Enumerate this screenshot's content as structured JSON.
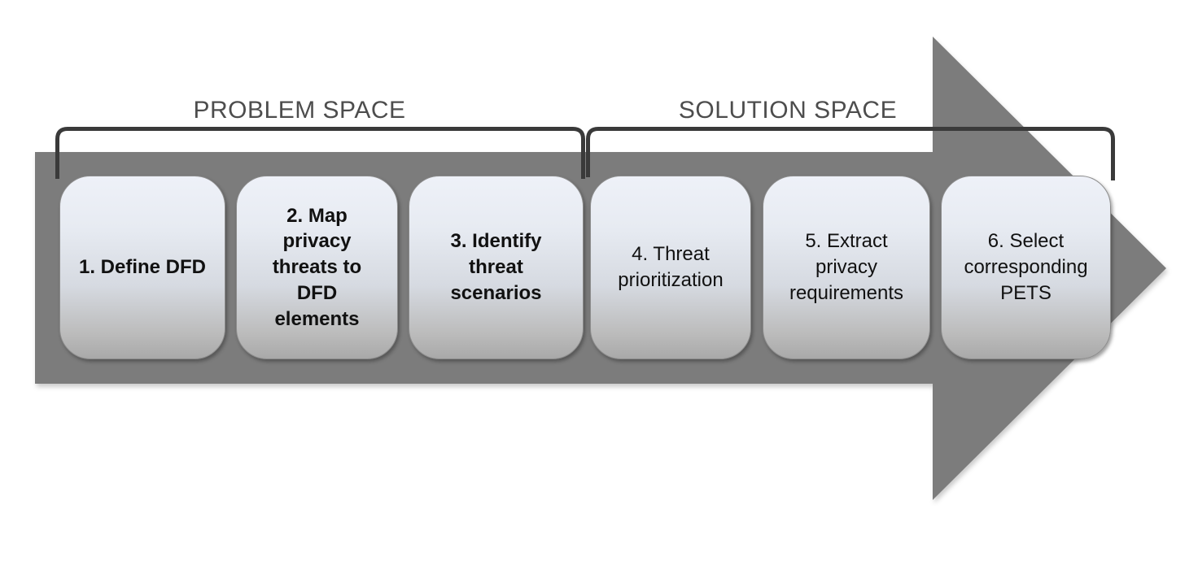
{
  "sections": {
    "problem": {
      "label": "PROBLEM SPACE"
    },
    "solution": {
      "label": "SOLUTION SPACE"
    }
  },
  "steps": [
    {
      "number": 1,
      "label": "1. Define DFD",
      "emphasis": true
    },
    {
      "number": 2,
      "label": "2. Map\nprivacy\nthreats to\nDFD\nelements",
      "emphasis": true
    },
    {
      "number": 3,
      "label": "3. Identify\nthreat\nscenarios",
      "emphasis": true
    },
    {
      "number": 4,
      "label": "4. Threat\nprioritization",
      "emphasis": false
    },
    {
      "number": 5,
      "label": "5. Extract\nprivacy\nrequirements",
      "emphasis": false
    },
    {
      "number": 6,
      "label": "6. Select\ncorresponding\nPETS",
      "emphasis": false
    }
  ],
  "colors": {
    "arrow": "#7c7c7c",
    "bracket": "#3a3a3a",
    "section_label": "#4d4d4d",
    "box_gradient_top": "#eef1f8",
    "box_gradient_bottom": "#a9a9a9",
    "box_border": "#8c8c8c",
    "step_text": "#111111"
  }
}
